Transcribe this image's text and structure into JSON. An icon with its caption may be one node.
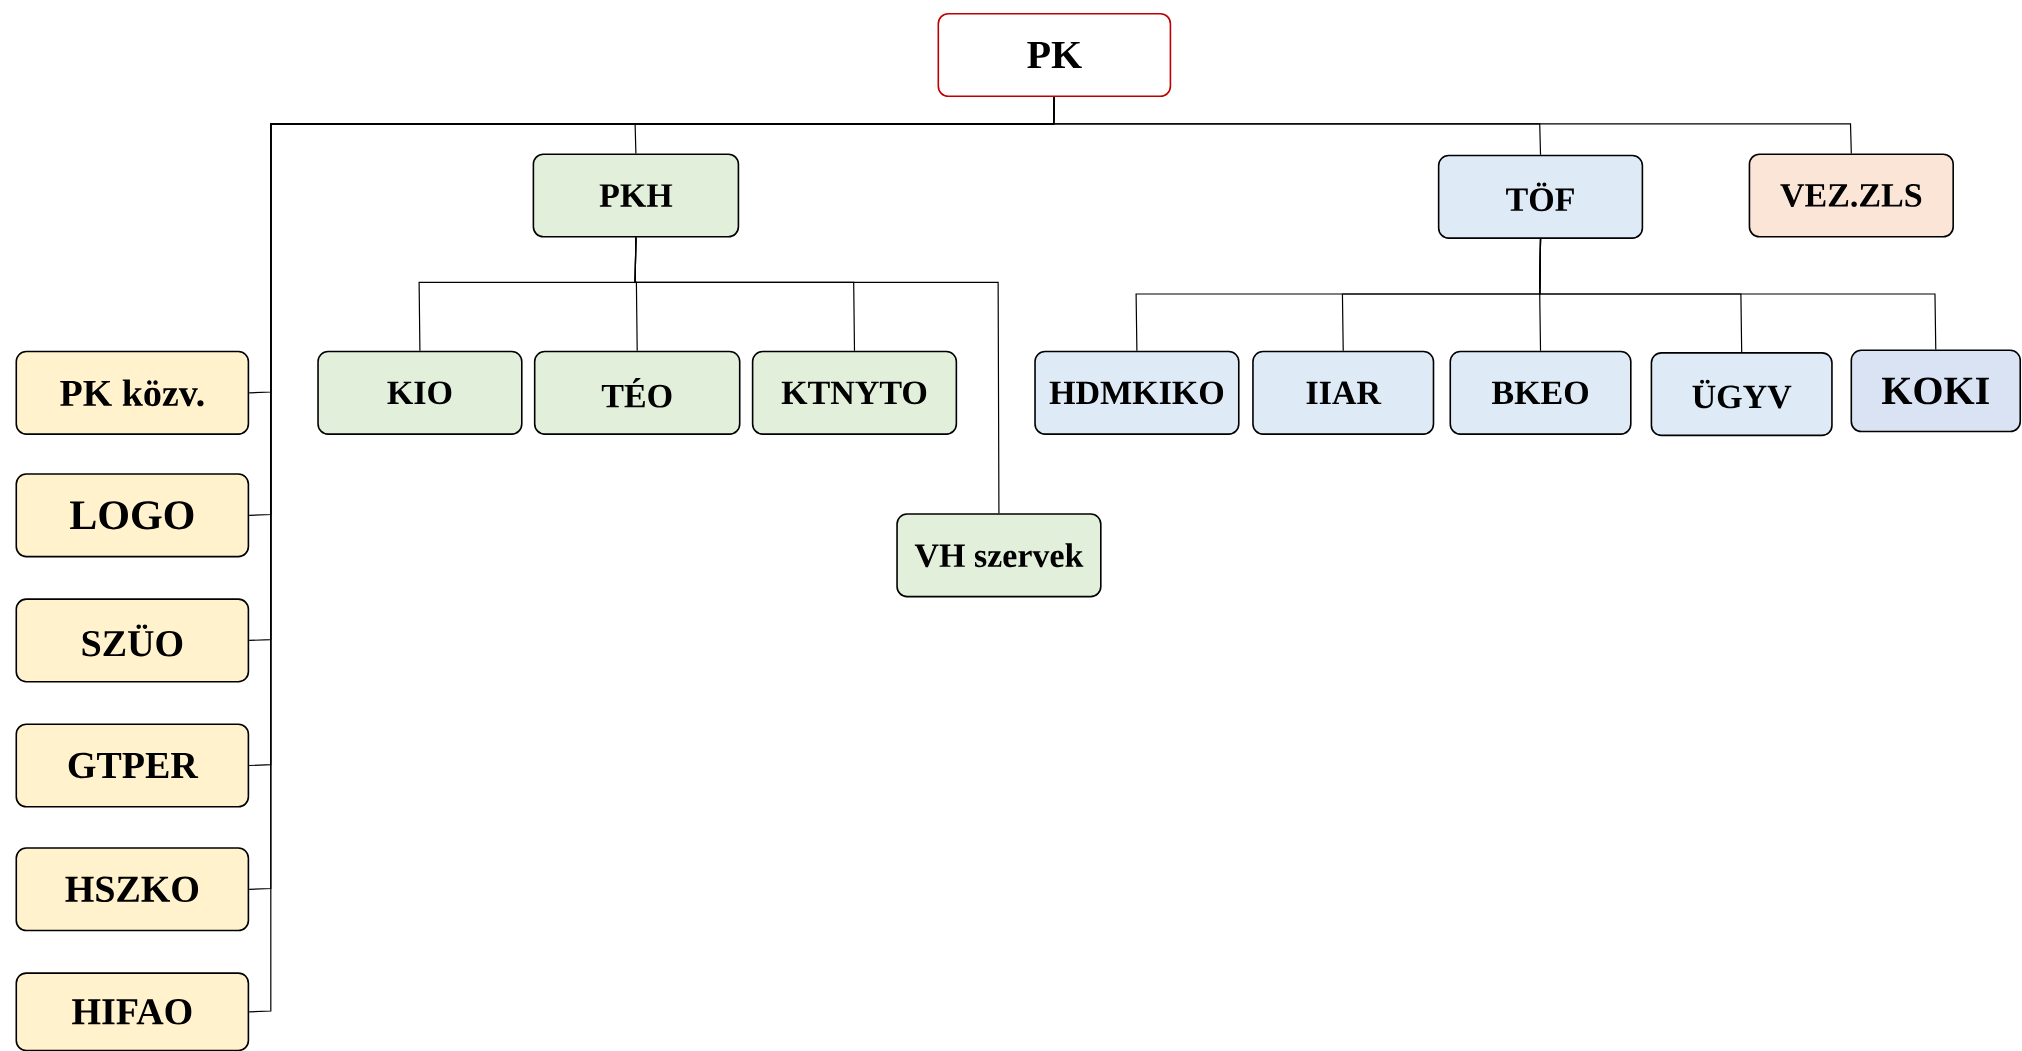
{
  "diagram": {
    "nodes": [
      {
        "text": [
          "PK"
        ]
      },
      {
        "text": [
          "PKH"
        ]
      },
      {
        "text": [
          "TÖF"
        ]
      },
      {
        "text": [
          "VEZ.ZLS"
        ]
      },
      {
        "text": [
          "KIO"
        ]
      },
      {
        "text": [
          "TÉO"
        ]
      },
      {
        "text": [
          "KTNYTO"
        ]
      },
      {
        "text": [
          "VH szervek"
        ]
      },
      {
        "text": [
          "HDMKIKO"
        ]
      },
      {
        "text": [
          "IIAR"
        ]
      },
      {
        "text": [
          "BKEO"
        ]
      },
      {
        "text": [
          "ÜGYV"
        ]
      },
      {
        "text": [
          "KOKI"
        ]
      },
      {
        "text": [
          "PK közv."
        ]
      },
      {
        "text": [
          "LOGO"
        ]
      },
      {
        "text": [
          "SZÜO"
        ]
      },
      {
        "text": [
          "GTPER"
        ]
      },
      {
        "text": [
          "HSZKO"
        ]
      },
      {
        "text": [
          "HIFAO"
        ]
      }
    ],
    "edges": [
      {
        "from": 0,
        "to": 1,
        "arrow": "none"
      },
      {
        "from": 0,
        "to": 2,
        "arrow": "none"
      },
      {
        "from": 0,
        "to": 3,
        "arrow": "none"
      },
      {
        "from": 1,
        "to": 4,
        "arrow": "none"
      },
      {
        "from": 1,
        "to": 5,
        "arrow": "none"
      },
      {
        "from": 1,
        "to": 6,
        "arrow": "none"
      },
      {
        "from": 1,
        "to": 7,
        "arrow": "none"
      },
      {
        "from": 2,
        "to": 8,
        "arrow": "none"
      },
      {
        "from": 2,
        "to": 9,
        "arrow": "none"
      },
      {
        "from": 2,
        "to": 10,
        "arrow": "none"
      },
      {
        "from": 2,
        "to": 11,
        "arrow": "none"
      },
      {
        "from": 2,
        "to": 12,
        "arrow": "none"
      },
      {
        "from": 0,
        "to": 13,
        "arrow": "none"
      },
      {
        "from": 0,
        "to": 14,
        "arrow": "none"
      },
      {
        "from": 0,
        "to": 15,
        "arrow": "none"
      },
      {
        "from": 0,
        "to": 16,
        "arrow": "none"
      },
      {
        "from": 0,
        "to": 17,
        "arrow": "none"
      },
      {
        "from": 0,
        "to": 18,
        "arrow": "none"
      }
    ]
  }
}
